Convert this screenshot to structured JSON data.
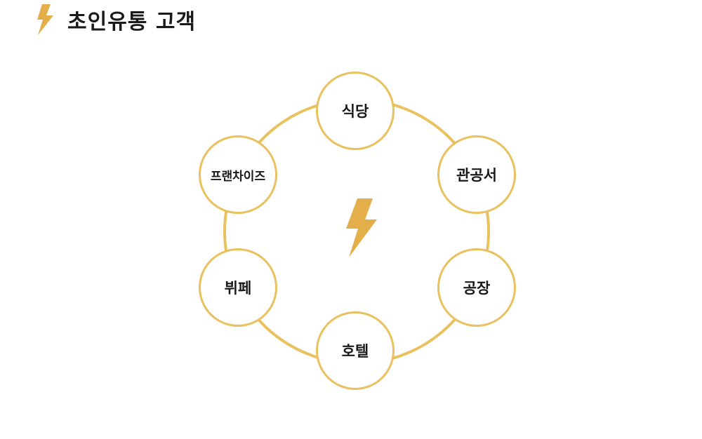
{
  "header": {
    "title": "초인유통 고객",
    "icon": "lightning-bolt-icon"
  },
  "accent_color": "#e9c15f",
  "bolt_color": "#e4ae4a",
  "diagram": {
    "center_icon": "lightning-bolt-icon",
    "nodes": [
      {
        "label": "식당"
      },
      {
        "label": "관공서"
      },
      {
        "label": "공장"
      },
      {
        "label": "호텔"
      },
      {
        "label": "뷔페"
      },
      {
        "label": "프랜차이즈"
      }
    ]
  }
}
